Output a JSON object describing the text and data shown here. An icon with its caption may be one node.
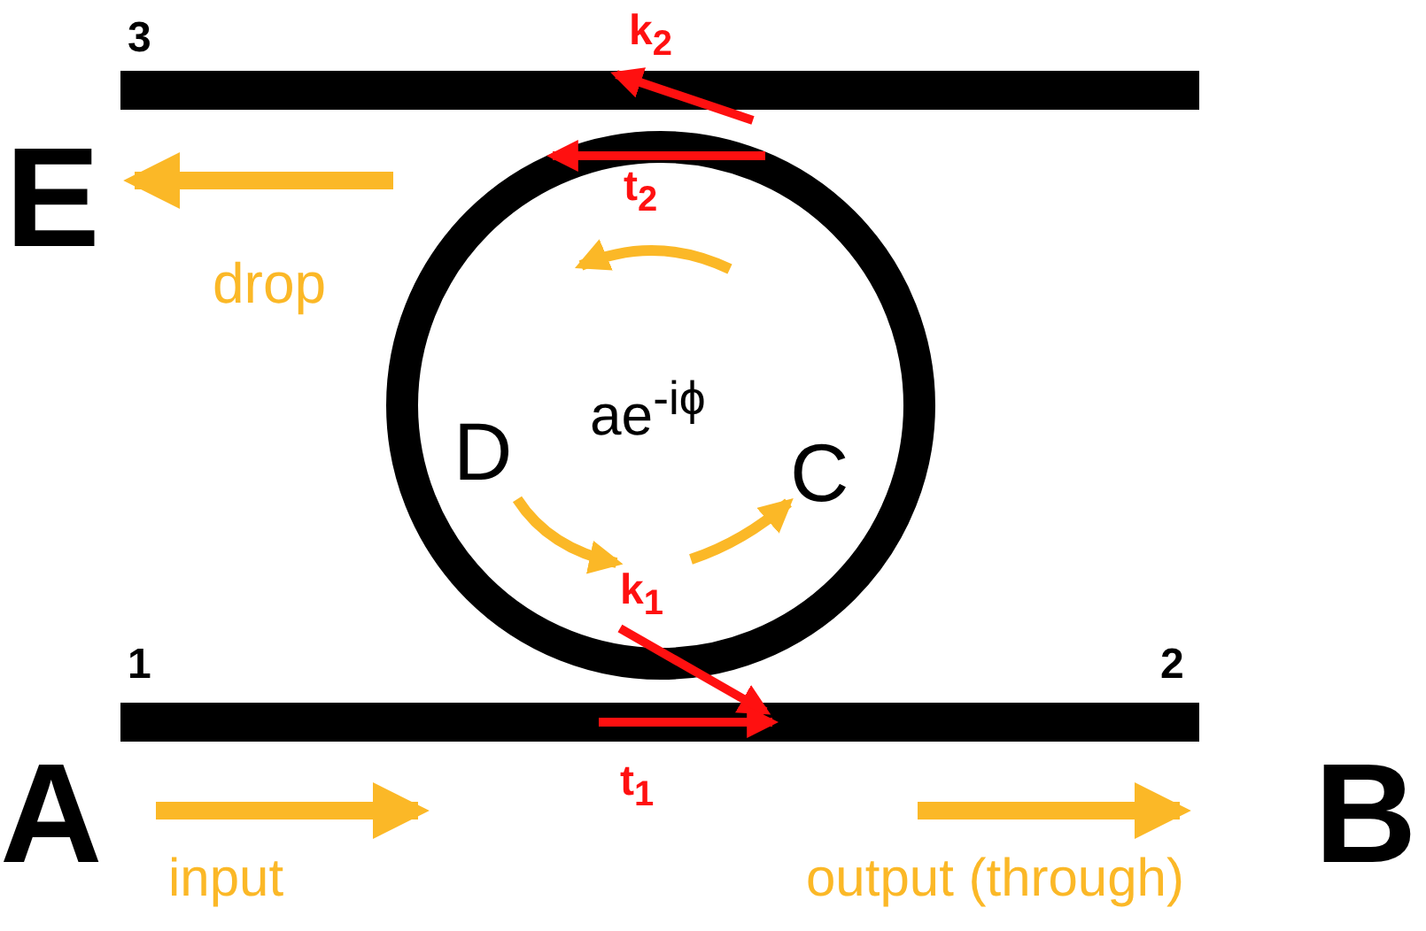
{
  "diagram": {
    "labels": [
      "3",
      "k$_{2}$",
      "E",
      "t$_{2}$",
      "drop",
      "ae$^{-iϕ}$",
      "D",
      "C",
      "k$_{1}$",
      "1",
      "2",
      "A",
      "t$_{1}$",
      "B",
      "input",
      "output (through)"
    ]
  }
}
